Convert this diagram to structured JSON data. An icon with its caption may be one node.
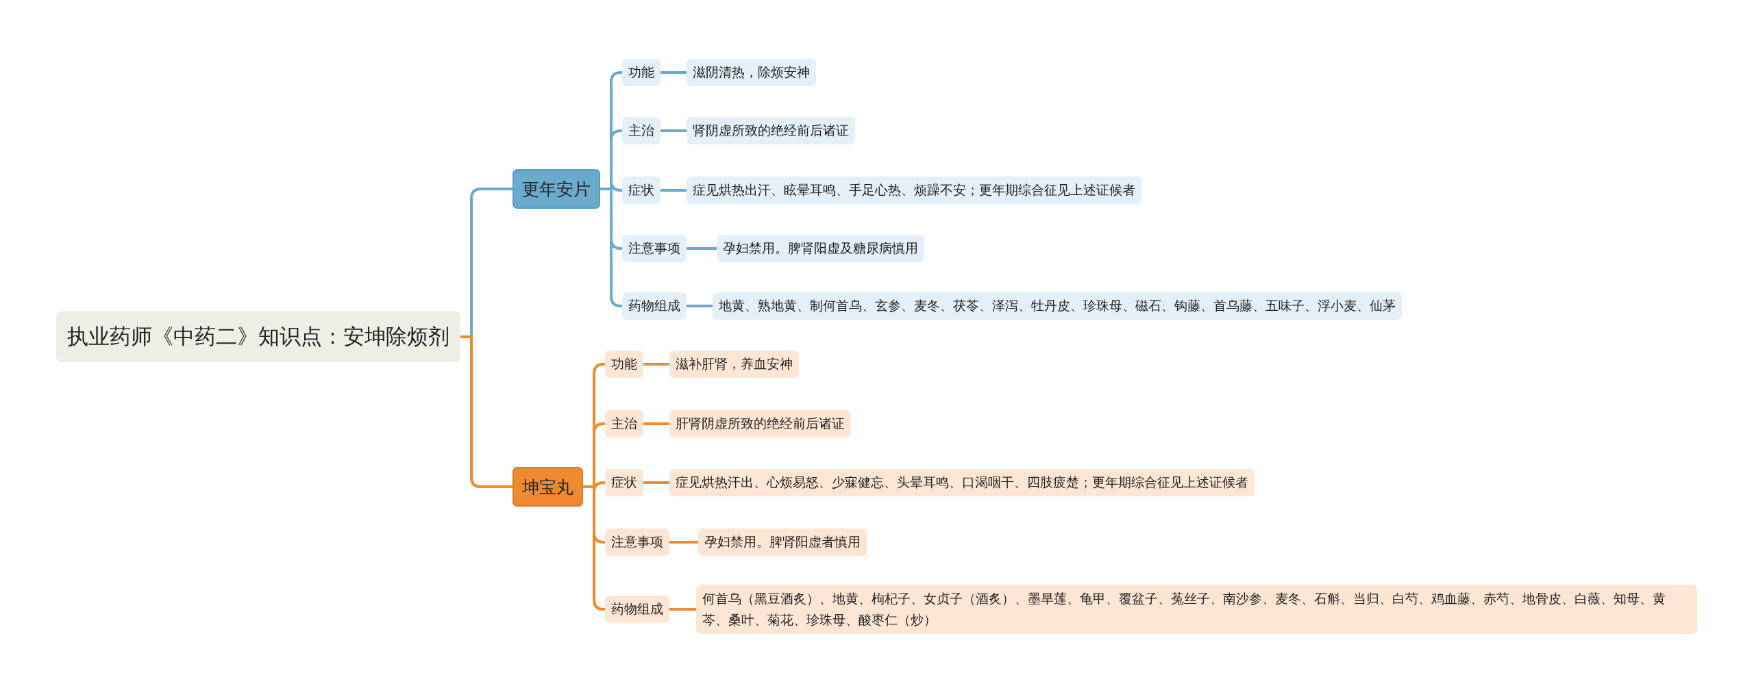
{
  "diagram": {
    "nodes": [
      {
        "text": [
          "执业药师《中药二》知识点：安坤除烦剂"
        ]
      },
      {
        "text": [
          "更年安片"
        ]
      },
      {
        "text": [
          "功能"
        ]
      },
      {
        "text": [
          "滋阴清热，除烦安神"
        ]
      },
      {
        "text": [
          "主治"
        ]
      },
      {
        "text": [
          "肾阴虚所致的绝经前后诸证"
        ]
      },
      {
        "text": [
          "症状"
        ]
      },
      {
        "text": [
          "症见烘热出汗、眩晕耳鸣、手足心热、烦躁不安；更年期综合征见上述证候者"
        ]
      },
      {
        "text": [
          "注意事项"
        ]
      },
      {
        "text": [
          "孕妇禁用。脾肾阳虚及糖尿病慎用"
        ]
      },
      {
        "text": [
          "药物组成"
        ]
      },
      {
        "text": [
          "地黄、熟地黄、制何首乌、玄参、麦冬、茯苓、泽泻、牡丹皮、珍珠母、磁石、钩藤、首乌藤、五味子、浮小麦、仙茅"
        ]
      },
      {
        "text": [
          "坤宝丸"
        ]
      },
      {
        "text": [
          "功能"
        ]
      },
      {
        "text": [
          "滋补肝肾，养血安神"
        ]
      },
      {
        "text": [
          "主治"
        ]
      },
      {
        "text": [
          "肝肾阴虚所致的绝经前后诸证"
        ]
      },
      {
        "text": [
          "症状"
        ]
      },
      {
        "text": [
          "症见烘热汗出、心烦易怒、少寐健忘、头晕耳鸣、口渴咽干、四肢疲楚；更年期综合征见上述证候者"
        ]
      },
      {
        "text": [
          "注意事项"
        ]
      },
      {
        "text": [
          "孕妇禁用。脾肾阳虚者慎用"
        ]
      },
      {
        "text": [
          "药物组成"
        ]
      },
      {
        "text": [
          "何首乌（黑豆酒炙）、地黄、枸杞子、女贞子（酒炙）、墨旱莲、龟甲、覆盆子、菟丝子、南沙参、麦冬、石斛、当归、白芍、鸡血藤、赤芍、地骨皮、白薇、知母、黄芩、桑叶、菊花、珍珠母、酸枣仁（炒）"
        ]
      }
    ],
    "edges": [
      {
        "from": 0,
        "to": 1,
        "arrow": "none"
      },
      {
        "from": 1,
        "to": 2,
        "arrow": "none"
      },
      {
        "from": 2,
        "to": 3,
        "arrow": "none"
      },
      {
        "from": 1,
        "to": 4,
        "arrow": "none"
      },
      {
        "from": 4,
        "to": 5,
        "arrow": "none"
      },
      {
        "from": 1,
        "to": 6,
        "arrow": "none"
      },
      {
        "from": 6,
        "to": 7,
        "arrow": "none"
      },
      {
        "from": 1,
        "to": 8,
        "arrow": "none"
      },
      {
        "from": 8,
        "to": 9,
        "arrow": "none"
      },
      {
        "from": 1,
        "to": 10,
        "arrow": "none"
      },
      {
        "from": 10,
        "to": 11,
        "arrow": "none"
      },
      {
        "from": 0,
        "to": 12,
        "arrow": "none",
        "color": "#ef8a2f"
      },
      {
        "from": 12,
        "to": 13,
        "arrow": "none",
        "color": "#ef8a2f"
      },
      {
        "from": 13,
        "to": 14,
        "arrow": "none",
        "color": "#ef8a2f"
      },
      {
        "from": 12,
        "to": 15,
        "arrow": "none",
        "color": "#ef8a2f"
      },
      {
        "from": 15,
        "to": 16,
        "arrow": "none",
        "color": "#ef8a2f"
      },
      {
        "from": 12,
        "to": 17,
        "arrow": "none",
        "color": "#ef8a2f"
      },
      {
        "from": 17,
        "to": 18,
        "arrow": "none",
        "color": "#ef8a2f"
      },
      {
        "from": 12,
        "to": 19,
        "arrow": "none",
        "color": "#ef8a2f"
      },
      {
        "from": 19,
        "to": 20,
        "arrow": "none",
        "color": "#ef8a2f"
      },
      {
        "from": 12,
        "to": 21,
        "arrow": "none",
        "color": "#ef8a2f"
      },
      {
        "from": 21,
        "to": 22,
        "arrow": "none",
        "color": "#ef8a2f"
      }
    ]
  }
}
